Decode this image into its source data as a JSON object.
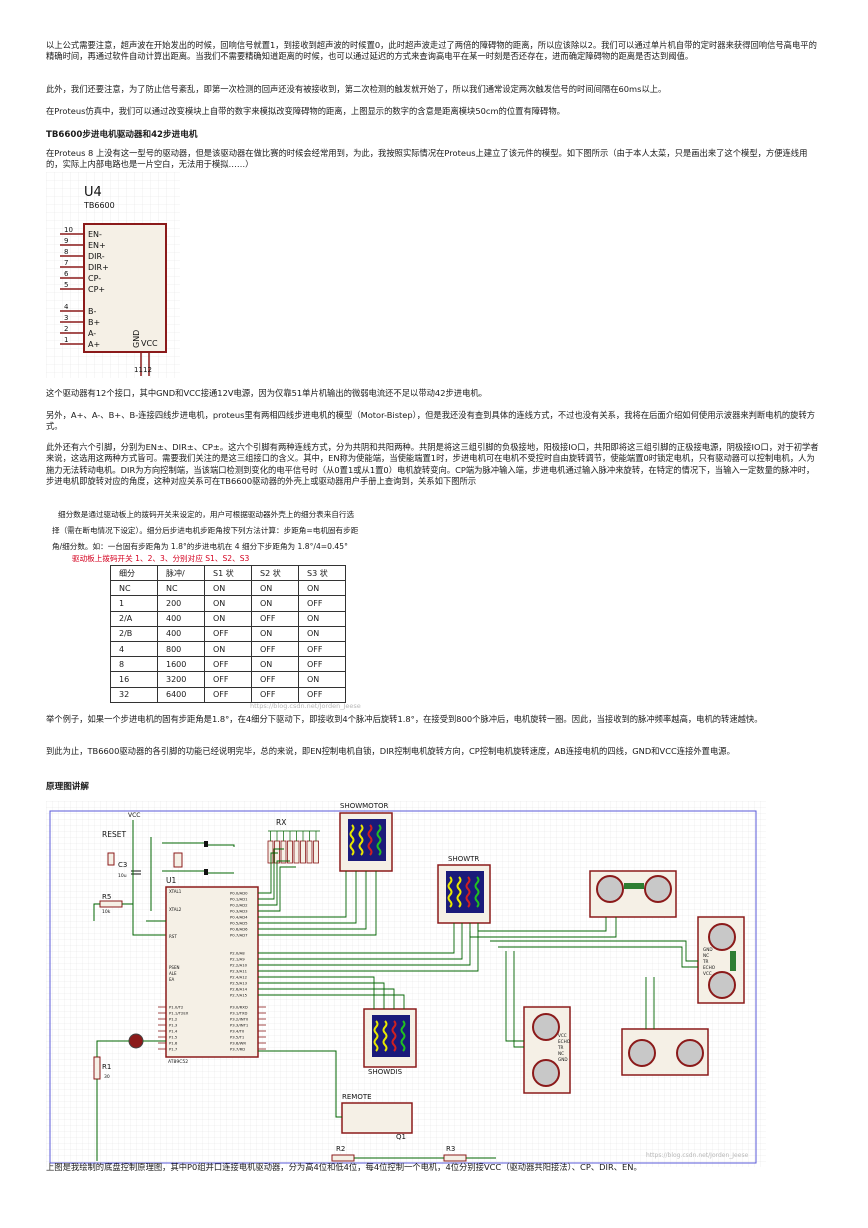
{
  "paragraphs": {
    "p1": "以上公式需要注意，超声波在开始发出的时候，回响信号就置1，到接收到超声波的时候置0，此时超声波走过了两倍的障碍物的距离，所以应该除以2。我们可以通过单片机自带的定时器来获得回响信号高电平的精确时间，再通过软件自动计算出距离。当我们不需要精确知道距离的时候，也可以通过延迟的方式来查询高电平在某一时刻是否还存在，进而确定障碍物的距离是否达到阈值。",
    "p2": "此外，我们还要注意，为了防止信号紊乱，即第一次检测的回声还没有被接收到，第二次检测的触发就开始了，所以我们通常设定两次触发信号的时间间隔在60ms以上。",
    "p3": "在Proteus仿真中，我们可以通过改变模块上自带的数字来模拟改变障碍物的距离，上图显示的数字的含意是距离模块50cm的位置有障碍物。",
    "h1": "TB6600步进电机驱动器和42步进电机",
    "p4": "在Proteus 8 上没有这一型号的驱动器，但是该驱动器在做比赛的时候会经常用到，为此，我按照实际情况在Proteus上建立了该元件的模型。如下图所示（由于本人太菜，只是画出来了这个模型，方便连线用的，实际上内部电路也是一片空白，无法用于模拟……）",
    "p5": "这个驱动器有12个接口，其中GND和VCC接通12V电源，因为仅靠51单片机输出的微弱电流还不足以带动42步进电机。",
    "p6": "另外，A+、A-、B+、B-连接四线步进电机，proteus里有两相四线步进电机的模型（Motor-Bistep），但是我还没有查到具体的连线方式，不过也没有关系，我将在后面介绍如何使用示波器来判断电机的旋转方式。",
    "p7": "此外还有六个引脚，分别为EN±、DIR±、CP±。这六个引脚有两种连线方式，分为共阴和共阳两种。共阴是将这三组引脚的负极接地，阳极接IO口，共阳即将这三组引脚的正极接电源，阴极接IO口，对于初学者来说，这选用这两种方式皆可。需要我们关注的是这三组接口的含义。其中，EN称为使能端，当使能端置1时，步进电机可在电机不受控时自由旋转调节，使能端置0时锁定电机，只有驱动器可以控制电机，人为施力无法转动电机。DIR为方向控制端，当该端口检测到变化的电平信号时（从0置1或从1置0）电机旋转变向。CP端为脉冲输入端，步进电机通过输入脉冲来旋转，在特定的情况下，当输入一定数量的脉冲时，步进电机即旋转对应的角度，这种对应关系可在TB6600驱动器的外壳上或驱动器用户手册上查询到，关系如下图所示",
    "p8": "举个例子，如果一个步进电机的固有步距角是1.8°，在4细分下驱动下，即接收到4个脉冲后旋转1.8°，在接受到800个脉冲后，电机旋转一圈。因此，当接收到的脉冲频率越高，电机的转速越快。",
    "p9": "到此为止，TB6600驱动器的各引脚的功能已经说明完毕，总的来说，即EN控制电机自锁，DIR控制电机旋转方向，CP控制电机旋转速度，AB连接电机的四线，GND和VCC连接外置电源。",
    "h2": "原理图讲解",
    "p10": "上图是我绘制的底盘控制原理图，其中P0组并口连接电机驱动器，分为高4位和低4位，每4位控制一个电机，4位分别接VCC（驱动器共阳接法）、CP、DIR、EN。"
  },
  "tb6600": {
    "ref": "U4",
    "part": "TB6600",
    "pins_left": [
      {
        "num": "10",
        "name": "EN-"
      },
      {
        "num": "9",
        "name": "EN+"
      },
      {
        "num": "8",
        "name": "DIR-"
      },
      {
        "num": "7",
        "name": "DIR+"
      },
      {
        "num": "6",
        "name": "CP-"
      },
      {
        "num": "5",
        "name": "CP+"
      },
      {
        "num": "4",
        "name": "B-"
      },
      {
        "num": "3",
        "name": "B+"
      },
      {
        "num": "2",
        "name": "A-"
      },
      {
        "num": "1",
        "name": "A+"
      }
    ],
    "pins_bottom": [
      {
        "num": "11",
        "name": "GND"
      },
      {
        "num": "12",
        "name": "VCC"
      }
    ]
  },
  "subdivision": {
    "note_line1": "细分数是通过驱动板上的拨码开关来设定的，用户可根据驱动器外壳上的细分表来自行选",
    "note_line2": "择（需在断电情况下设定）。细分后步进电机步距角按下列方法计算：步距角=电机固有步距",
    "note_line3": "角/细分数。如：一台固有步距角为 1.8°的步进电机在 4 细分下步距角为 1.8°/4=0.45°",
    "red_note": "驱动板上拨码开关 1、2、3、分别对应 S1、S2、S3",
    "headers": [
      "细分",
      "脉冲/",
      "S1 状",
      "S2 状",
      "S3 状"
    ],
    "rows": [
      [
        "NC",
        "NC",
        "ON",
        "ON",
        "ON"
      ],
      [
        "1",
        "200",
        "ON",
        "ON",
        "OFF"
      ],
      [
        "2/A",
        "400",
        "ON",
        "OFF",
        "ON"
      ],
      [
        "2/B",
        "400",
        "OFF",
        "ON",
        "ON"
      ],
      [
        "4",
        "800",
        "ON",
        "OFF",
        "OFF"
      ],
      [
        "8",
        "1600",
        "OFF",
        "ON",
        "OFF"
      ],
      [
        "16",
        "3200",
        "OFF",
        "OFF",
        "ON"
      ],
      [
        "32",
        "6400",
        "OFF",
        "OFF",
        "OFF"
      ]
    ]
  },
  "schematic": {
    "vcc": "VCC",
    "reset": "RESET",
    "c3": "C3",
    "c3_val": "10u",
    "r5": "R5",
    "r5_val": "10k",
    "u1": "U1",
    "mcu": "AT89C52",
    "xtal1": "XTAL1",
    "xtal2": "XTAL2",
    "rst": "RST",
    "psen": "PSEN",
    "ale": "ALE",
    "ea": "EA",
    "p0_pins": [
      "P0.0/AD0",
      "P0.1/AD1",
      "P0.2/AD2",
      "P0.3/AD3",
      "P0.4/AD4",
      "P0.5/AD5",
      "P0.6/AD6",
      "P0.7/AD7"
    ],
    "p2_pins": [
      "P2.0/A8",
      "P2.1/A9",
      "P2.2/A10",
      "P2.3/A11",
      "P2.4/A12",
      "P2.5/A13",
      "P2.6/A14",
      "P2.7/A15"
    ],
    "p3_pins": [
      "P3.0/RXD",
      "P3.1/TXD",
      "P3.2/INT0",
      "P3.3/INT1",
      "P3.4/T0",
      "P3.5/T1",
      "P3.6/WR",
      "P3.7/RD"
    ],
    "p1_pins": [
      "P1.0/T2",
      "P1.1/T2EX",
      "P1.2",
      "P1.3",
      "P1.4",
      "P1.5",
      "P1.6",
      "P1.7"
    ],
    "rx": "RX",
    "showmotor": "SHOWMOTOR",
    "showtr": "SHOWTR",
    "showdis": "SHOWDIS",
    "remote": "REMOTE",
    "r1": "R1",
    "r1_val": "30",
    "r2": "R2",
    "r3": "R3",
    "q1": "Q1",
    "sensor_pins": [
      "GND",
      "NC",
      "TR",
      "ECHO",
      "VCC"
    ],
    "sensor_pins2": [
      "VCC",
      "ECHO",
      "TR",
      "NC",
      "GND"
    ]
  },
  "watermarks": {
    "wm1": "https://blog.csdn.net/Jorden_Jeese",
    "wm2": "https://blog.csdn.net/Jorden_Jeese"
  },
  "colors": {
    "component_border": "#8b1a1a",
    "component_fill": "#f5f0e6",
    "wire": "#006400",
    "red_text": "#d4001f",
    "grid": "#e4e4e4"
  }
}
